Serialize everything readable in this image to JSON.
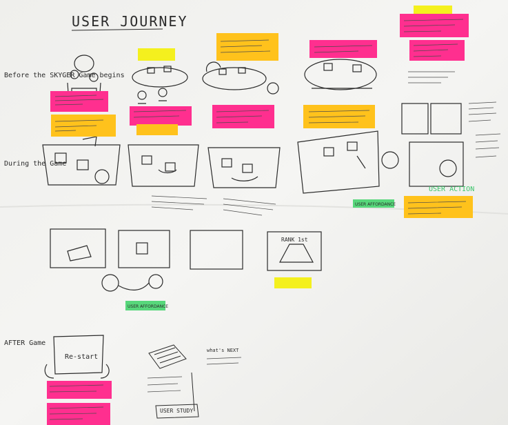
{
  "title": "USER JOURNEY",
  "sections": {
    "before": "Before the SKYGER Game begins",
    "during": "During the Game",
    "after": "AFTER Game"
  },
  "labels": {
    "restart": "Re-start",
    "rank": "RANK 1st",
    "user_action": "USER ACTION",
    "user_study": "USER STUDY",
    "whats_next": "what's NEXT"
  },
  "tags": {
    "user_affordance_1": "USER AFFORDANCE",
    "user_affordance_2": "USER AFFORDANCE"
  },
  "colors": {
    "paper": "#f4f4f1",
    "ink": "#2a2a2a",
    "pink": "#ff2f8f",
    "yellow": "#f4f01e",
    "orange": "#ffc21c",
    "green": "#57d77b"
  }
}
